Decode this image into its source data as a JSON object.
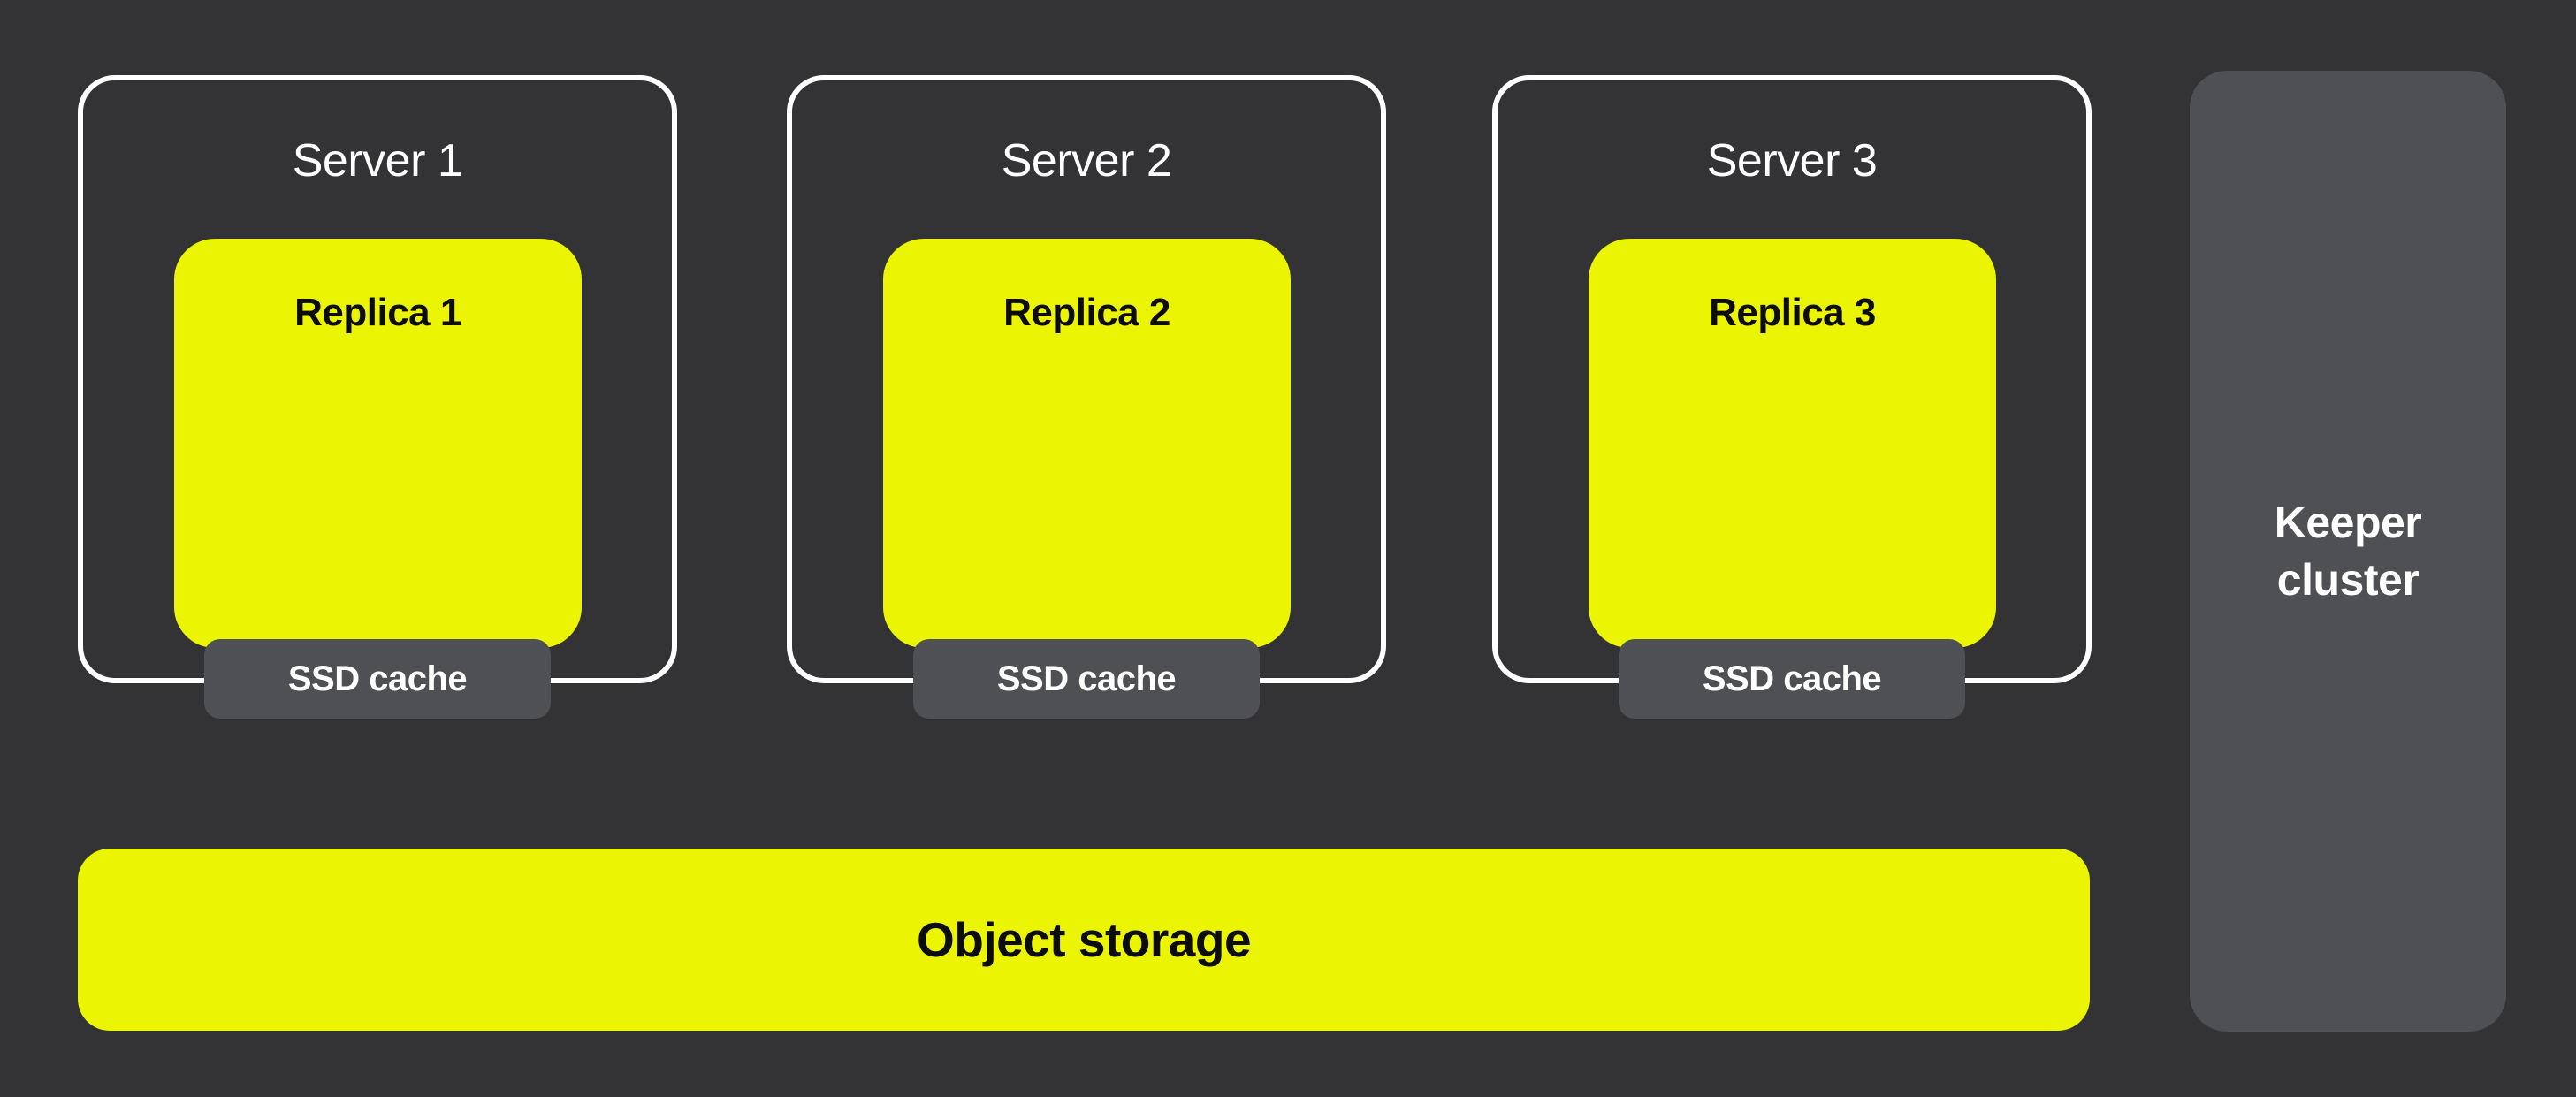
{
  "colors": {
    "background": "#333336",
    "panel": "#4F5053",
    "accent": "#EBF402",
    "border": "#FFFFFF",
    "text-light": "#FFFFFF",
    "text-dark": "#0C0C0C"
  },
  "servers": [
    {
      "label": "Server 1",
      "replica_label": "Replica 1",
      "cache_label": "SSD cache"
    },
    {
      "label": "Server 2",
      "replica_label": "Replica 2",
      "cache_label": "SSD cache"
    },
    {
      "label": "Server 3",
      "replica_label": "Replica 3",
      "cache_label": "SSD cache"
    }
  ],
  "object_storage": {
    "label": "Object storage"
  },
  "keeper_cluster": {
    "label": "Keeper cluster"
  }
}
